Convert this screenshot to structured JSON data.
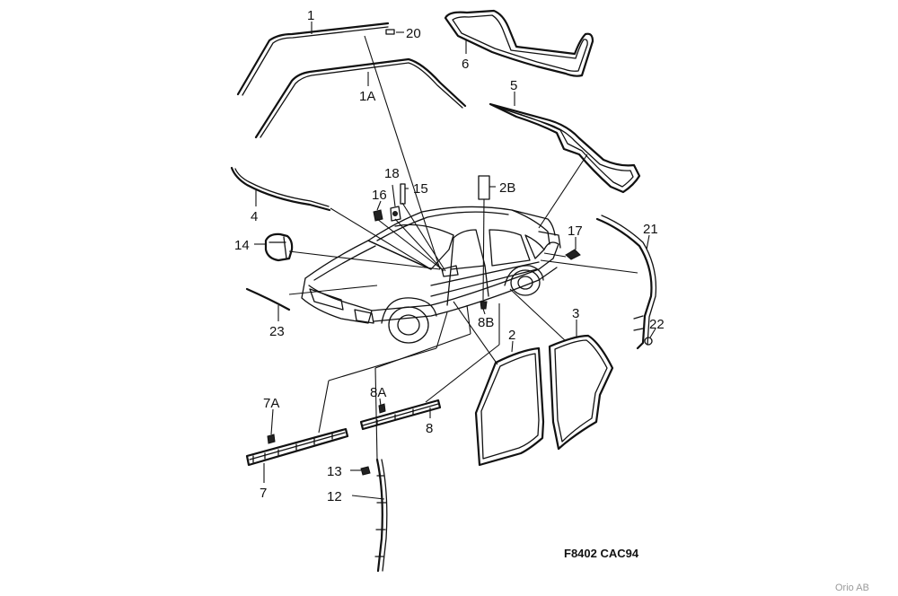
{
  "diagram": {
    "callouts": {
      "c1": "1",
      "c20": "20",
      "c6": "6",
      "c1A": "1A",
      "c5": "5",
      "c4": "4",
      "c18": "18",
      "c16": "16",
      "c15": "15",
      "c2B": "2B",
      "c14": "14",
      "c17": "17",
      "c21": "21",
      "c23": "23",
      "c8B": "8B",
      "c2": "2",
      "c3": "3",
      "c22": "22",
      "c7A": "7A",
      "c8A": "8A",
      "c8": "8",
      "c7": "7",
      "c13": "13",
      "c12": "12"
    },
    "drawing_code": "F8402 CAC94",
    "copyright": "Orio AB"
  }
}
